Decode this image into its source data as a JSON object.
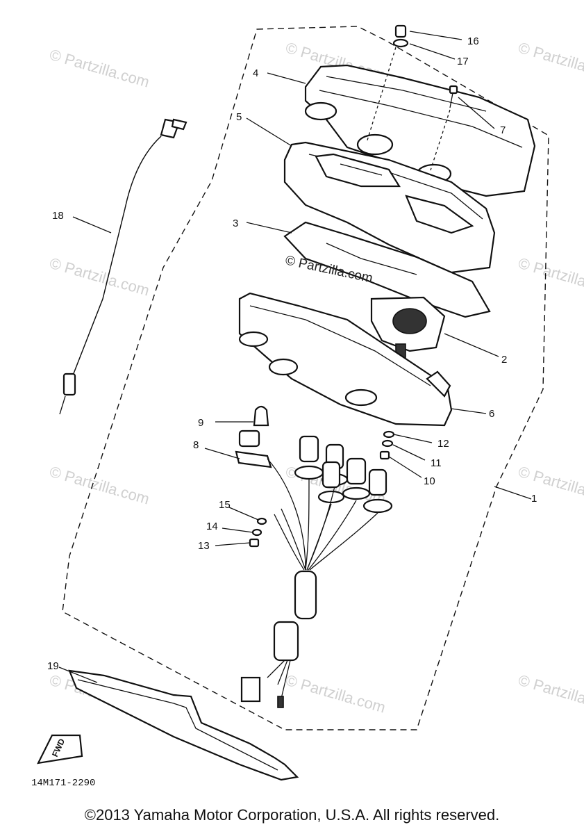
{
  "callouts": [
    "1",
    "2",
    "3",
    "4",
    "5",
    "6",
    "7",
    "8",
    "9",
    "10",
    "11",
    "12",
    "13",
    "14",
    "15",
    "16",
    "17",
    "18",
    "19"
  ],
  "diagram_code": "14M171-2290",
  "fwd_label": "FWD",
  "watermark": "© Partzilla.com",
  "watermark_center": "© Partzilla.com",
  "copyright": "©2013  Yamaha Motor Corporation, U.S.A. All rights reserved."
}
